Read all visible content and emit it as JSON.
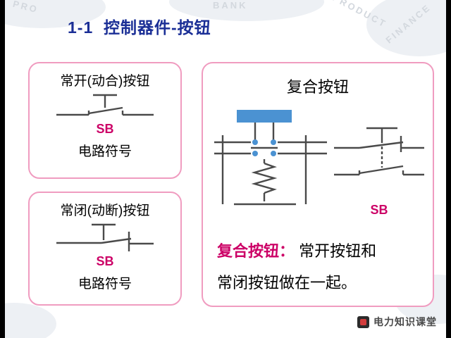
{
  "page": {
    "title": "1-1  控制器件-按钮",
    "footer": "电力知识课堂"
  },
  "watermark": {
    "pro": "PRO",
    "bank": "BANK",
    "product": "PRODUCT",
    "finance": "FINANCE"
  },
  "boxes": {
    "no_box": {
      "title": "常开(动合)按钮",
      "label": "SB",
      "caption": "电路符号"
    },
    "nc_box": {
      "title": "常闭(动断)按钮",
      "label": "SB",
      "caption": "电路符号"
    },
    "composite_box": {
      "title": "复合按钮",
      "label": "SB",
      "desc_lead": "复合按钮：",
      "desc_line1": "常开按钮和",
      "desc_line2": "常闭按钮做在一起。"
    }
  },
  "colors": {
    "title_blue": "#1b2f96",
    "border_pink": "#f09cc0",
    "magenta": "#cc0066",
    "diagram_blue": "#4b92d2"
  }
}
